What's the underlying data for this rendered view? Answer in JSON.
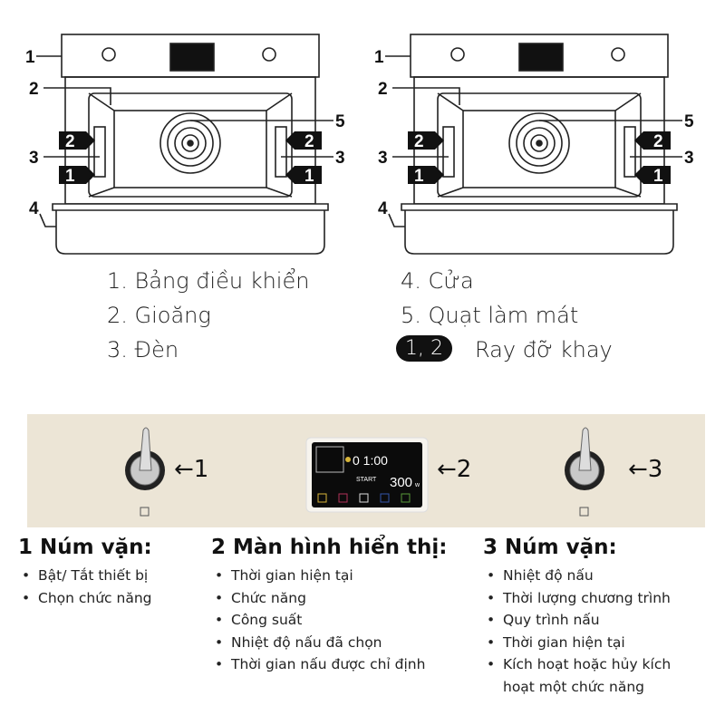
{
  "diagram": {
    "callouts": [
      "1",
      "2",
      "3",
      "4",
      "5"
    ],
    "rack_badges": [
      "2",
      "1"
    ]
  },
  "legend": {
    "items": [
      "1. Bảng điều khiển",
      "2. Gioăng",
      "3. Đèn",
      "4. Cửa",
      "5. Quạt làm mát"
    ],
    "rack_badge": "1, 2",
    "rack_label": "Ray đỡ khay"
  },
  "panel": {
    "arrow_labels": [
      "←1",
      "←2",
      "←3"
    ],
    "display": {
      "time": "0 1:00",
      "start": "START",
      "power": "300",
      "power_unit": "w"
    },
    "display_icon_colors": [
      "#d8b53a",
      "#b0305a",
      "#dddddd",
      "#3355aa",
      "#5a9a3a"
    ]
  },
  "sections": [
    {
      "title": "1 Núm vặn:",
      "bullets": [
        "Bật/ Tắt thiết bị",
        "Chọn chức năng"
      ]
    },
    {
      "title": "2 Màn hình hiển thị:",
      "bullets": [
        "Thời gian hiện tại",
        "Chức năng",
        "Công suất",
        "Nhiệt độ nấu đã chọn",
        "Thời gian nấu được chỉ định"
      ]
    },
    {
      "title": "3 Núm vặn:",
      "bullets": [
        "Nhiệt độ nấu",
        "Thời lượng chương trình",
        "Quy trình nấu",
        "Thời gian hiện tại",
        "Kích hoạt hoặc hủy kích hoạt một chức năng"
      ]
    }
  ]
}
